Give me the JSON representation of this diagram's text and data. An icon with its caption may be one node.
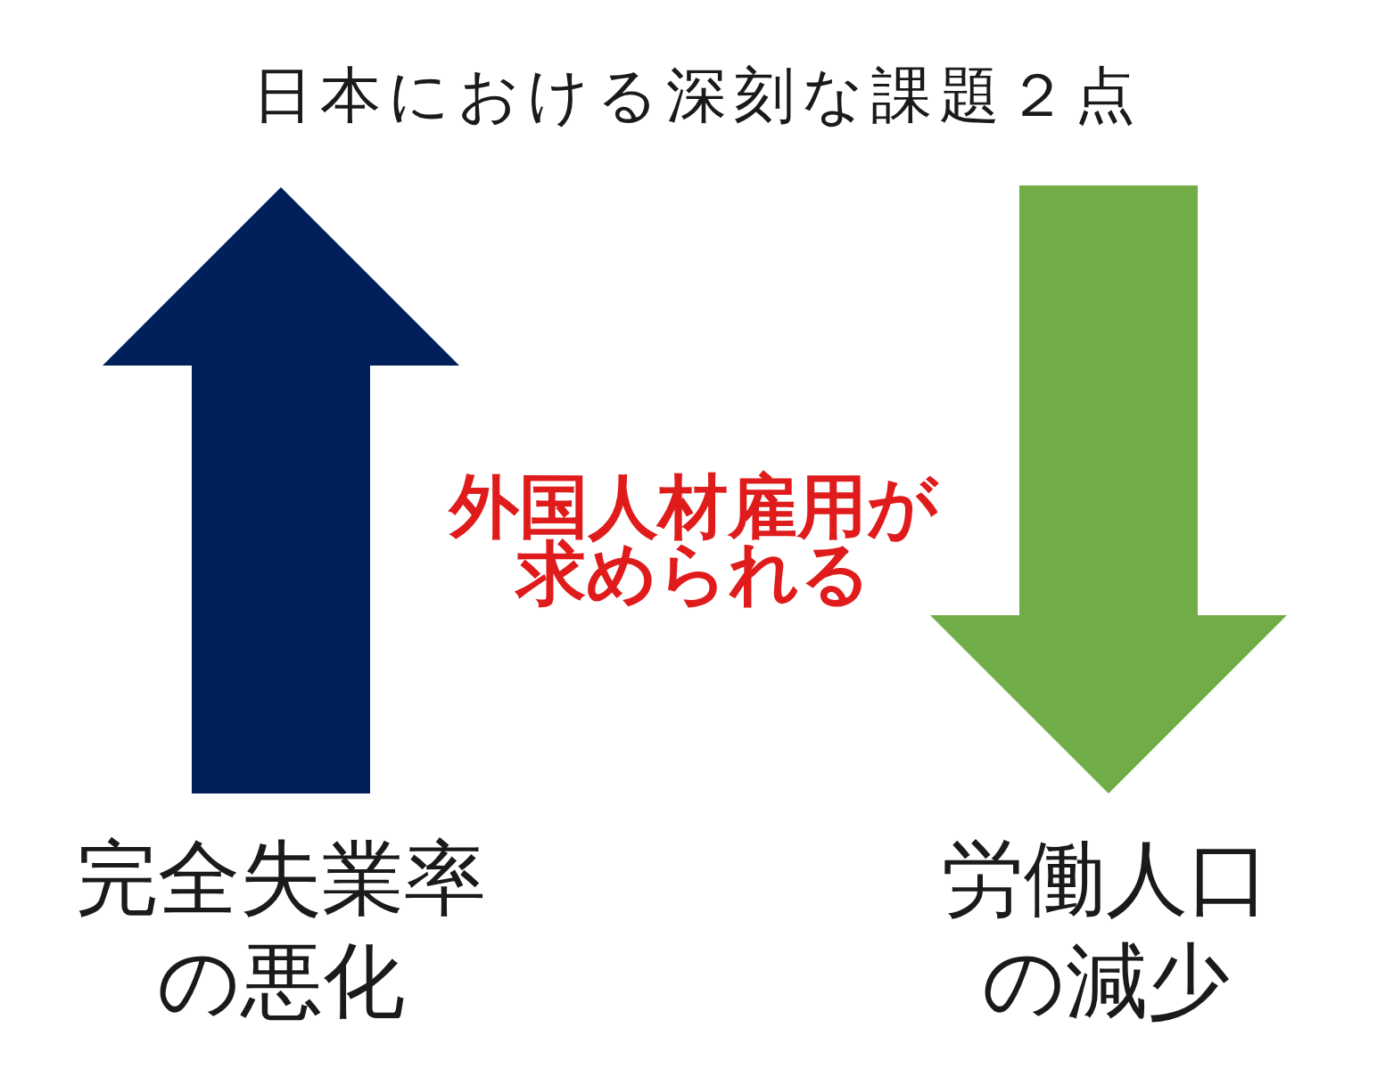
{
  "diagram": {
    "title": "日本における深刻な課題２点",
    "labels": [
      "外国人材雇用が求められる",
      "完全失業率の悪化",
      "労働人口の減少"
    ]
  }
}
